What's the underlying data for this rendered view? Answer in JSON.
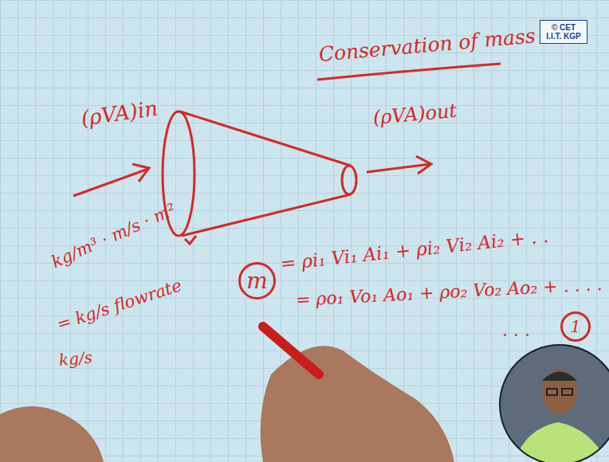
{
  "diagram": {
    "title": "Conservation of mass",
    "nodes": [
      {
        "text": [
          "© CET I.I.T. KGP"
        ]
      },
      {
        "text": [
          "m"
        ]
      },
      {
        "text": [
          "1"
        ]
      }
    ],
    "labels": [
      "(ρVA)in",
      "(ρVA)out",
      "kg/m³ · m/s · m²",
      "= kg/s flowrate",
      "kg/s",
      "= ρi₁ Vi₁ Ai₁ + ρi₂ Vi₂ Ai₂ + . .",
      "= ρo₁ Vo₁ Ao₁ + ρo₂ Vo₂ Ao₂ + . . . .",
      ". . ."
    ]
  }
}
